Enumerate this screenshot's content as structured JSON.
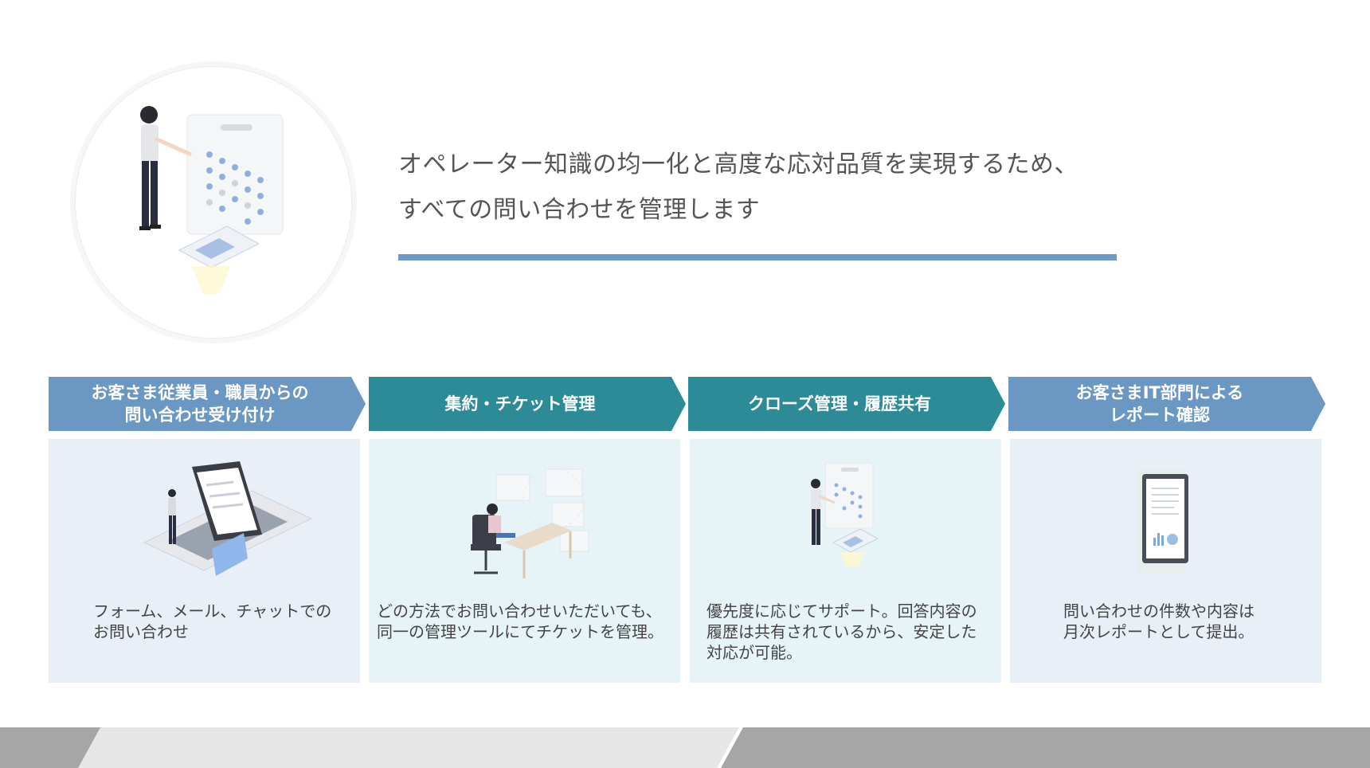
{
  "headline": {
    "line1": "オペレーター知識の均一化と高度な応対品質を実現するため、",
    "line2": "すべての問い合わせを管理します"
  },
  "steps": [
    {
      "title_line1": "お客さま従業員・職員からの",
      "title_line2": "問い合わせ受け付け",
      "desc_line1": "フォーム、メール、チャットでの",
      "desc_line2": "お問い合わせ",
      "desc_line3": ""
    },
    {
      "title_line1": "集約・チケット管理",
      "title_line2": "",
      "desc_line1": "どの方法でお問い合わせいただいても、",
      "desc_line2": "同一の管理ツールにてチケットを管理。",
      "desc_line3": ""
    },
    {
      "title_line1": "クローズ管理・履歴共有",
      "title_line2": "",
      "desc_line1": "優先度に応じてサポート。回答内容の",
      "desc_line2": "履歴は共有されているから、安定した",
      "desc_line3": "対応が可能。"
    },
    {
      "title_line1": "お客さまIT部門による",
      "title_line2": "レポート確認",
      "desc_line1": "問い合わせの件数や内容は",
      "desc_line2": "月次レポートとして提出。",
      "desc_line3": ""
    }
  ],
  "colors": {
    "accent_blue": "#6b98c2",
    "accent_teal": "#2c8b97",
    "rule": "#6d9ac6"
  },
  "icons": [
    "person-calendar-illustration",
    "laptop-illustration",
    "desk-worker-illustration",
    "tablet-report-illustration"
  ]
}
